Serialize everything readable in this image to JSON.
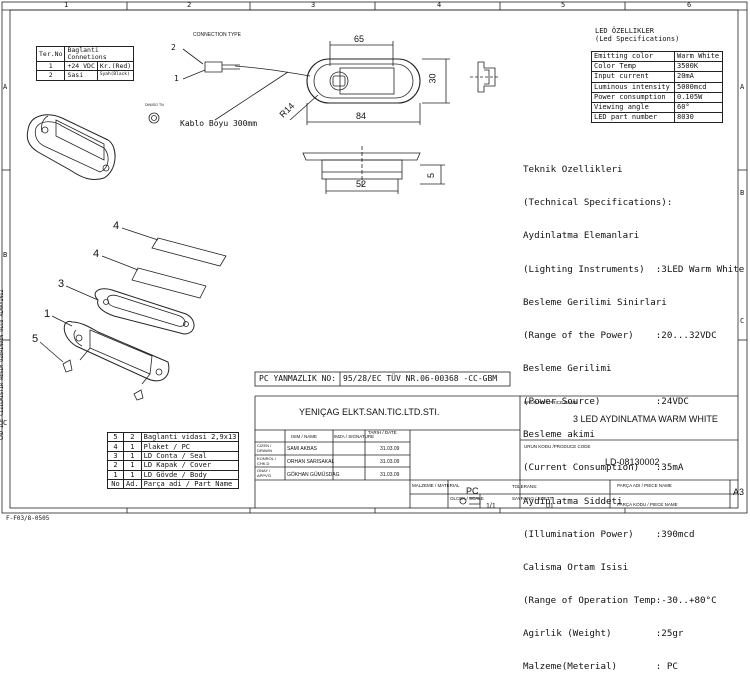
{
  "sheet": {
    "columns": [
      "1",
      "2",
      "3",
      "4",
      "5",
      "6"
    ],
    "rows": [
      "A",
      "B",
      "C"
    ],
    "side_note": "CAD ILE CIZILMISTIR RESIM UZERINDEN OLCU ALMAYINIZ",
    "form_code": "F-F03/8-0505"
  },
  "connection": {
    "title": "CONNECTION TYPE",
    "pin_2": "2",
    "pin_1": "1",
    "cable_label": "Kablo Boyu 300mm"
  },
  "terminal_table": {
    "headers": [
      "Ter.No",
      "Baglanti Connetions"
    ],
    "rows": [
      {
        "no": "1",
        "conn": "+24 VDC",
        "color": "Kr.(Red)"
      },
      {
        "no": "2",
        "conn": "Sasi",
        "color": "Syah(Black)"
      }
    ]
  },
  "small_symbol_label": "DIN/ISO TN",
  "dimensions": {
    "width_top": "65",
    "radius": "R14",
    "height_right": "30",
    "length_bottom": "84",
    "width_52": "52",
    "depth_5": "5"
  },
  "led_specs": {
    "title_1": "LED ÖZELLIKLER",
    "title_2": "(Led Specifications)",
    "rows": [
      {
        "k": "Emitting color",
        "v": "Warm White"
      },
      {
        "k": "Color Temp",
        "v": "3500K"
      },
      {
        "k": "Input current",
        "v": "20mA"
      },
      {
        "k": "Luminous intensity",
        "v": "5000mcd"
      },
      {
        "k": "Power consumption",
        "v": "0.105W"
      },
      {
        "k": "Viewing angle",
        "v": "60°"
      },
      {
        "k": "LED part number",
        "v": "8030"
      }
    ]
  },
  "technical_specs": [
    "Teknik Ozellikleri",
    "(Technical Specifications):",
    "Aydinlatma Elemanlari",
    "(Lighting Instruments)  :3LED Warm White",
    "Besleme Gerilimi Sinirlari",
    "(Range of the Power)    :20...32VDC",
    "Besleme Gerilimi",
    "(Power Source)          :24VDC",
    "Besleme akimi",
    "(Current Consumption)   :35mA",
    "Aydinlatma Siddeti",
    "(Illumination Power)    :390mcd",
    "Calisma Ortam Isisi",
    "(Range of Operation Temp:-30..+80°C",
    "Agirlik (Weight)        :25gr",
    "Malzeme(Meterial)       : PC"
  ],
  "exploded_labels": [
    "4",
    "4",
    "3",
    "1",
    "5"
  ],
  "certificate": {
    "label": "PC YANMAZLIK NO:",
    "value": "95/28/EC TÜV NR.06-00368 -CC-GBM"
  },
  "bom": {
    "rows": [
      {
        "no": "5",
        "qty": "2",
        "name": "Baglanti vidasi 2,9x13"
      },
      {
        "no": "4",
        "qty": "1",
        "name": "Plaket / PC"
      },
      {
        "no": "3",
        "qty": "1",
        "name": "LD Conta / Seal"
      },
      {
        "no": "2",
        "qty": "1",
        "name": "LD Kapak / Cover"
      },
      {
        "no": "1",
        "qty": "1",
        "name": "LD Gövde / Body"
      },
      {
        "no": "No",
        "qty": "Ad.",
        "name": "Parça adi / Part Name"
      }
    ]
  },
  "title_block": {
    "company": "YENIÇAG ELKT.SAN.TIC.LTD.STI.",
    "col_isim": "ISIM / NAME",
    "col_imza": "IMZA / SIGNATURE",
    "col_tarih": "TARIH / DATE",
    "rows": [
      {
        "role": "CIZEN / DRAWN",
        "name": "SAMI AKBAS",
        "date": "31.03.09"
      },
      {
        "role": "KONROL / CHK.D",
        "name": "ORHAN SARISAKAL",
        "date": "31.03.09"
      },
      {
        "role": "ONAY / APPV'D",
        "name": "GÖKHAN GÜMÜSDAG",
        "date": "31.03.09"
      }
    ],
    "product_name_label": "URUN ADI / PRICE NAME",
    "product_name": "3 LED AYDINLATMA WARM WHITE",
    "product_code_label": "URUN KODU /PRODUCE CODE",
    "product_code": "LD-08130002",
    "material_label": "MALZEME / MATERIAL",
    "material": "PC",
    "scale_label": "OLCEK / SCALE",
    "scale": "1/1",
    "tolerance_label": "TOLERANS:",
    "sheet_label": "SAYFA NO / SHETT",
    "sheet": "01",
    "part_name_label": "PARÇA ADI / PIECE NAME",
    "part_code_label": "PARÇA KODU / PIECE NAME",
    "size": "A3"
  }
}
